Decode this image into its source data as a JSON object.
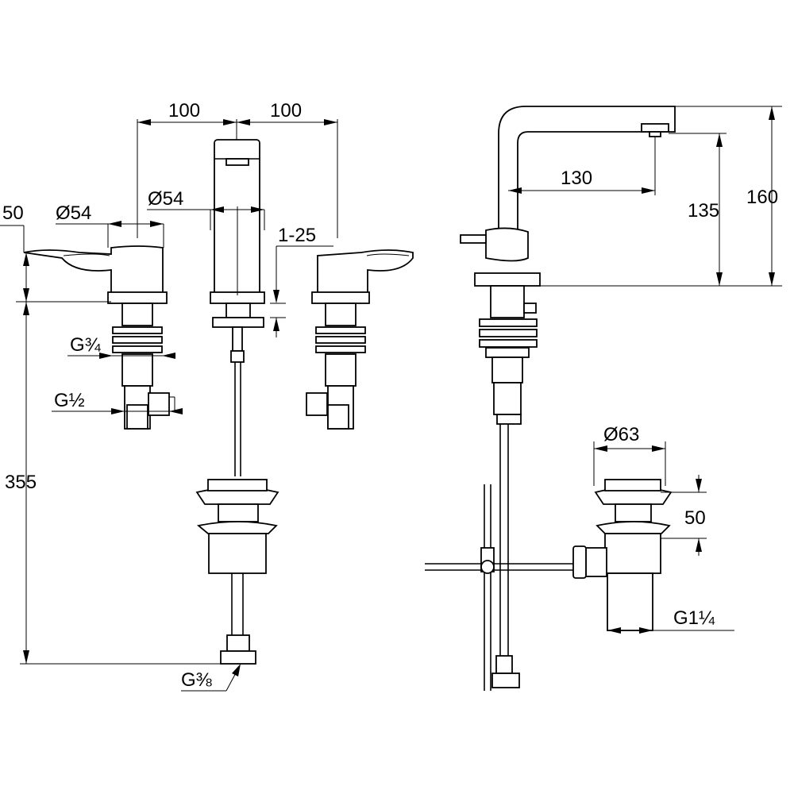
{
  "dimensions": {
    "spacing_left": "100",
    "spacing_right": "100",
    "handle_height": "50",
    "handle_diameter": "Ø54",
    "spout_diameter": "Ø54",
    "deck_thickness": "1-25",
    "supply_thread": "G¾",
    "connection_thread": "G½",
    "total_height": "355",
    "hose_thread": "G⅜",
    "spout_reach": "130",
    "spout_clearance": "135",
    "spout_height": "160",
    "waste_diameter": "Ø63",
    "waste_height": "50",
    "waste_thread": "G1¼"
  },
  "colors": {
    "line": "#000000",
    "background": "#ffffff"
  }
}
